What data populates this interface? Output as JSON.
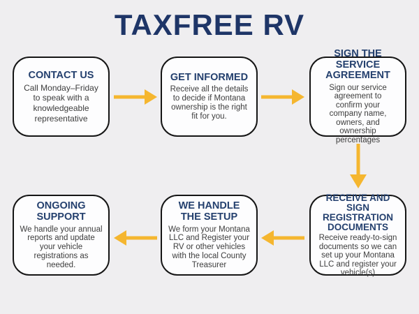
{
  "page": {
    "title": "TAXFREE RV",
    "background_color": "#efeef0"
  },
  "colors": {
    "title_text": "#1e3567",
    "step_heading": "#24406e",
    "body_text": "#3d3d3d",
    "arrow": "#f5b62f",
    "box_border": "#151515",
    "box_background": "#fdfdfe"
  },
  "steps": [
    {
      "title": "CONTACT US",
      "description": "Call Monday–Friday to speak with a knowledgeable representative"
    },
    {
      "title": "GET INFORMED",
      "description": "Receive all the details to decide if Montana ownership is the right fit for you."
    },
    {
      "title": "SIGN THE SERVICE AGREEMENT",
      "description": "Sign our service agreement to confirm your company name, owners, and ownership percentages"
    },
    {
      "title": "RECEIVE AND SIGN REGISTRATION DOCUMENTS",
      "description": "Receive ready-to-sign documents so we can set up your Montana LLC and register your vehicle(s)"
    },
    {
      "title": "WE HANDLE THE SETUP",
      "description": "We form your Montana LLC and Register your RV or other vehicles with the local County Treasurer"
    },
    {
      "title": "ONGOING SUPPORT",
      "description": "We handle your annual reports and update your vehicle registrations as needed."
    }
  ],
  "flow": [
    {
      "from": "CONTACT US",
      "to": "GET INFORMED",
      "direction": "right"
    },
    {
      "from": "GET INFORMED",
      "to": "SIGN THE SERVICE AGREEMENT",
      "direction": "right"
    },
    {
      "from": "SIGN THE SERVICE AGREEMENT",
      "to": "RECEIVE AND SIGN REGISTRATION DOCUMENTS",
      "direction": "down"
    },
    {
      "from": "RECEIVE AND SIGN REGISTRATION DOCUMENTS",
      "to": "WE HANDLE THE SETUP",
      "direction": "left"
    },
    {
      "from": "WE HANDLE THE SETUP",
      "to": "ONGOING SUPPORT",
      "direction": "left"
    }
  ]
}
